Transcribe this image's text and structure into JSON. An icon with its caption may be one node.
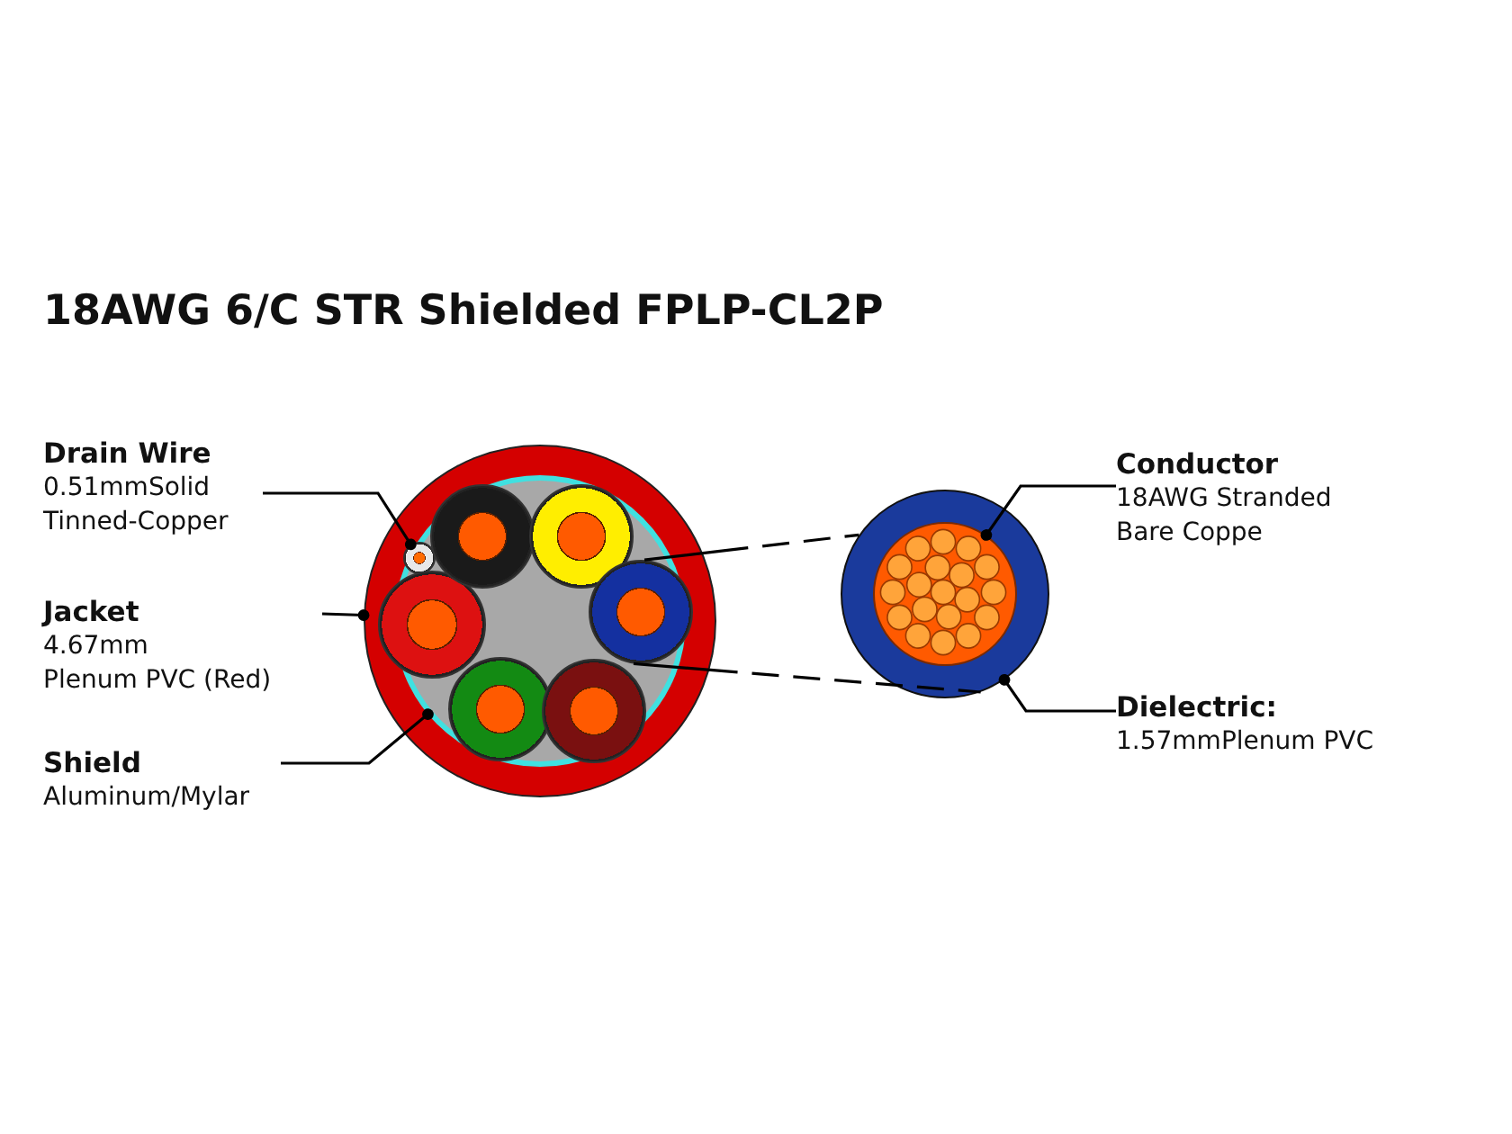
{
  "diagram": {
    "title": "18AWG 6/C STR Shielded FPLP-CL2P",
    "nodes": [
      {
        "text": [
          "Drain Wire",
          "0.51mmSolid Tinned-Copper"
        ]
      },
      {
        "text": [
          "Jacket",
          "4.67mm",
          "Plenum PVC (Red)"
        ]
      },
      {
        "text": [
          "Shield",
          "Aluminum/Mylar"
        ]
      },
      {
        "text": [
          "Conductor",
          "18AWG Stranded Bare Coppe"
        ]
      },
      {
        "text": [
          "Dielectric:",
          "1.57mmPlenum PVC"
        ]
      },
      {
        "text": [],
        "shape": "circle"
      },
      {
        "text": [],
        "shape": "circle",
        "in": 5
      },
      {
        "text": [],
        "shape": "circle",
        "in": 6
      },
      {
        "text": [],
        "shape": "circle",
        "in": 6
      },
      {
        "text": [],
        "shape": "circle",
        "in": 6
      },
      {
        "text": [],
        "shape": "circle",
        "in": 6
      },
      {
        "text": [],
        "shape": "circle",
        "in": 6
      },
      {
        "text": [],
        "shape": "circle",
        "in": 6
      },
      {
        "text": [],
        "shape": "circle",
        "in": 6
      },
      {
        "text": [],
        "shape": "circle"
      },
      {
        "text": [],
        "shape": "circle",
        "in": 14
      }
    ],
    "edges": [
      {
        "from": 0,
        "to": 7,
        "arrow": "other"
      },
      {
        "from": 1,
        "to": 5,
        "arrow": "other"
      },
      {
        "from": 2,
        "to": 6,
        "arrow": "other"
      },
      {
        "from": 3,
        "to": 15,
        "arrow": "other"
      },
      {
        "from": 4,
        "to": 14,
        "arrow": "other"
      },
      {
        "from": 13,
        "to": 14,
        "arrow": "none",
        "style": "dashed"
      },
      {
        "from": 13,
        "to": 14,
        "arrow": "none",
        "style": "dashed"
      }
    ]
  }
}
